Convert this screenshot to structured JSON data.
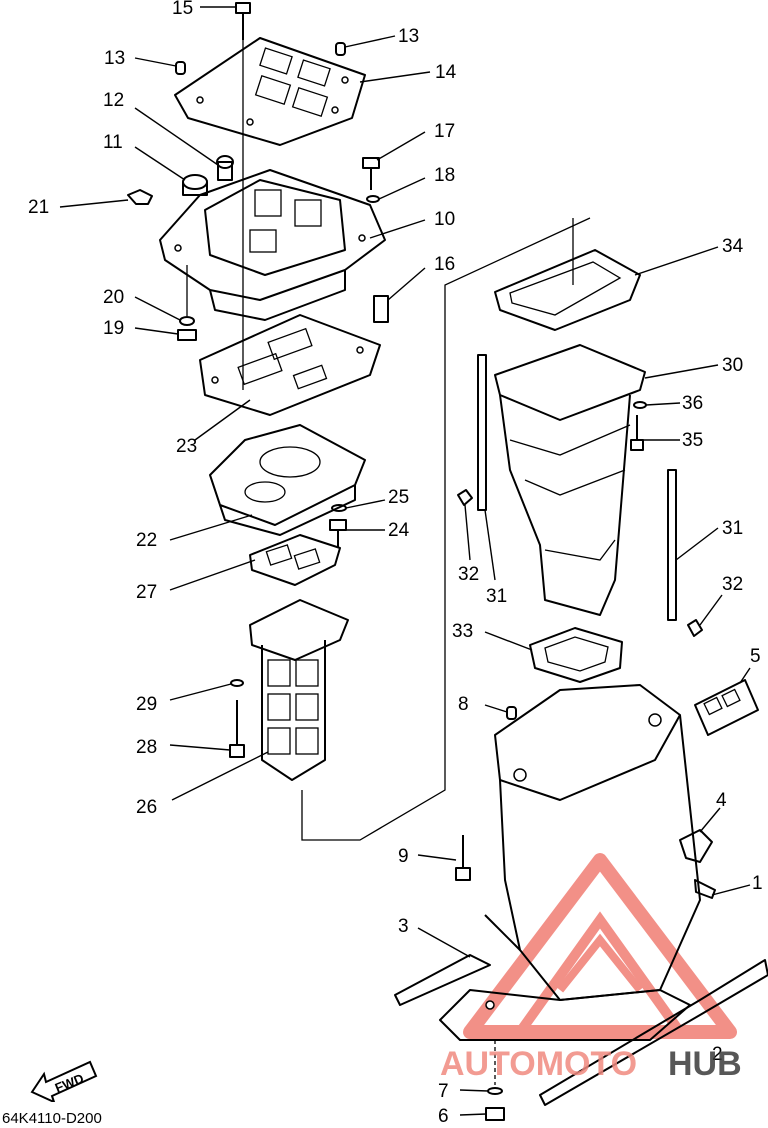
{
  "diagram_code": "64K4110-D200",
  "fwd_label": "FWD",
  "watermark": {
    "brand_a": "AUTOMOTO",
    "brand_b": "HUB",
    "color_a": "#f08a80",
    "color_b": "#3a3a3a"
  },
  "callouts": {
    "c1": "1",
    "c2": "2",
    "c3": "3",
    "c4": "4",
    "c5": "5",
    "c6": "6",
    "c7": "7",
    "c8": "8",
    "c9": "9",
    "c10": "10",
    "c11": "11",
    "c12": "12",
    "c13a": "13",
    "c13b": "13",
    "c14": "14",
    "c15": "15",
    "c16": "16",
    "c17": "17",
    "c18": "18",
    "c19": "19",
    "c20": "20",
    "c21": "21",
    "c22": "22",
    "c23": "23",
    "c24": "24",
    "c25": "25",
    "c26": "26",
    "c27": "27",
    "c28": "28",
    "c29": "29",
    "c30": "30",
    "c31a": "31",
    "c31b": "31",
    "c32a": "32",
    "c32b": "32",
    "c33": "33",
    "c34": "34",
    "c35": "35",
    "c36": "36"
  }
}
